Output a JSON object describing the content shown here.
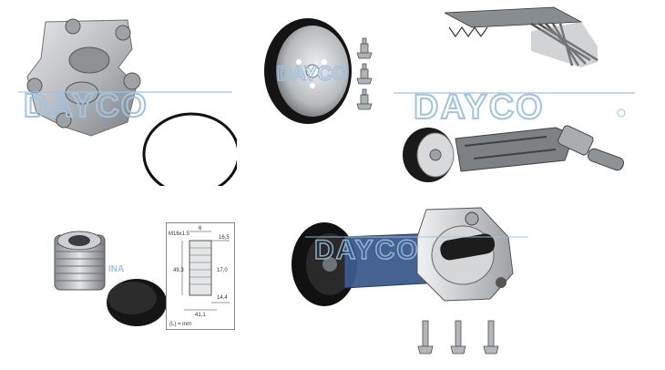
{
  "brand": {
    "logo_text": "DAYCO",
    "logo_color": "#9fc3e0",
    "inner_logo_text": "INA"
  },
  "drawing": {
    "thread_label": "M16x1.5",
    "dim_6": "6",
    "dim_16_5": "16,5",
    "dim_49_3": "49,3",
    "dim_17_0": "17,0",
    "dim_14_4": "14,4",
    "dim_41_1": "41,1",
    "unit_note": "(L) = mm"
  },
  "colors": {
    "metal_light": "#c9ccce",
    "metal_mid": "#a3a7aa",
    "metal_dark": "#6c7073",
    "black": "#1a1a1a",
    "blue_bracket": "#3c5a8c"
  }
}
